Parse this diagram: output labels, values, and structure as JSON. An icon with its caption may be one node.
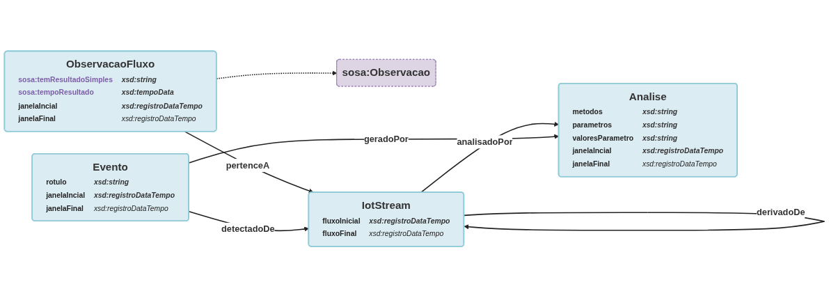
{
  "diagram": {
    "nodes": [
      {
        "text": [
          "sosa:Observacao"
        ]
      },
      {
        "text": [
          "ObservacaoFluxo",
          "sosa:temResultadoSimples",
          "xsd:string",
          "sosa:tempoResultado",
          "xsd:tempoData",
          "janelaIncial",
          "xsd:registroDataTempo",
          "janelaFinal",
          "xsd:registroDataTempo"
        ]
      },
      {
        "text": [
          "IotStream",
          "fluxoInicial",
          "xsd:registroDataTempo",
          "fluxoFinal",
          "xsd:registroDataTempo"
        ]
      },
      {
        "text": [
          "Analise",
          "metodos",
          "xsd:string",
          "parametros",
          "xsd:string",
          "valoresParametro",
          "xsd:string",
          "janelaIncial",
          "xsd:registroDataTempo",
          "janelaFinal",
          "xsd:registroDataTempo"
        ]
      },
      {
        "text": [
          "Evento",
          "rotulo",
          "xsd:string",
          "janelaIncial",
          "xsd:registroDataTempo",
          "janelaFinal",
          "xsd:registroDataTempo"
        ]
      }
    ],
    "edges": [
      {
        "from": 1,
        "to": 0,
        "arrow": "to",
        "style": "dashed"
      },
      {
        "from": 1,
        "to": 2,
        "arrow": "to",
        "label": "pertenceA"
      },
      {
        "from": 2,
        "to": 2,
        "arrow": "to",
        "label": "derivadoDe"
      },
      {
        "from": 2,
        "to": 3,
        "arrow": "to",
        "label": "analisadoPor"
      },
      {
        "from": 4,
        "to": 3,
        "arrow": "to",
        "label": "geradoPor"
      },
      {
        "from": 4,
        "to": 2,
        "arrow": "to",
        "label": "detectadoDe"
      }
    ]
  }
}
